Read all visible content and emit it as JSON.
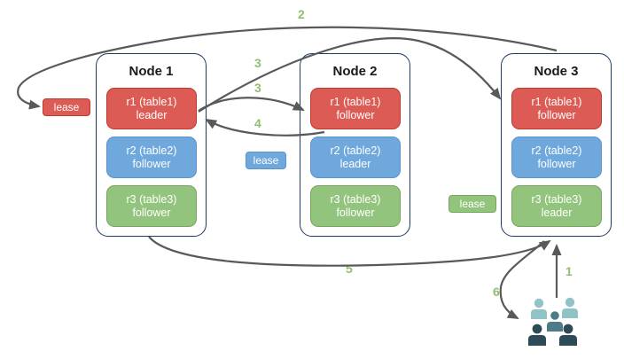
{
  "colors": {
    "background": "#FFFFFF",
    "node_border": "#1F3864",
    "title": "#1A1A1A",
    "text_on_replica": "#FFFFFF",
    "replica_red": "#DD5B55",
    "replica_red_border": "#C0392B",
    "replica_blue": "#6FA8DC",
    "replica_blue_border": "#5B93CC",
    "replica_green": "#93C47D",
    "replica_green_border": "#76A65C",
    "arrow": "#595959",
    "step_label": "#8FBF6F",
    "users_light": "#8FC3C5",
    "users_mid": "#4D7B88",
    "users_dark": "#2D4A57"
  },
  "nodes": [
    {
      "title": "Node 1",
      "replicas": [
        {
          "name": "r1 (table1)",
          "role": "leader",
          "color": "red"
        },
        {
          "name": "r2 (table2)",
          "role": "follower",
          "color": "blue"
        },
        {
          "name": "r3 (table3)",
          "role": "follower",
          "color": "green"
        }
      ]
    },
    {
      "title": "Node 2",
      "replicas": [
        {
          "name": "r1 (table1)",
          "role": "follower",
          "color": "red"
        },
        {
          "name": "r2 (table2)",
          "role": "leader",
          "color": "blue"
        },
        {
          "name": "r3 (table3)",
          "role": "follower",
          "color": "green"
        }
      ]
    },
    {
      "title": "Node 3",
      "replicas": [
        {
          "name": "r1 (table1)",
          "role": "follower",
          "color": "red"
        },
        {
          "name": "r2 (table2)",
          "role": "follower",
          "color": "blue"
        },
        {
          "name": "r3 (table3)",
          "role": "leader",
          "color": "green"
        }
      ]
    }
  ],
  "leases": [
    {
      "label": "lease",
      "color": "red"
    },
    {
      "label": "lease",
      "color": "blue"
    },
    {
      "label": "lease",
      "color": "green"
    }
  ],
  "steps": {
    "s1": "1",
    "s2": "2",
    "s3a": "3",
    "s3b": "3",
    "s4": "4",
    "s5": "5",
    "s6": "6"
  },
  "icons": {
    "users": "group-of-people-icon"
  }
}
